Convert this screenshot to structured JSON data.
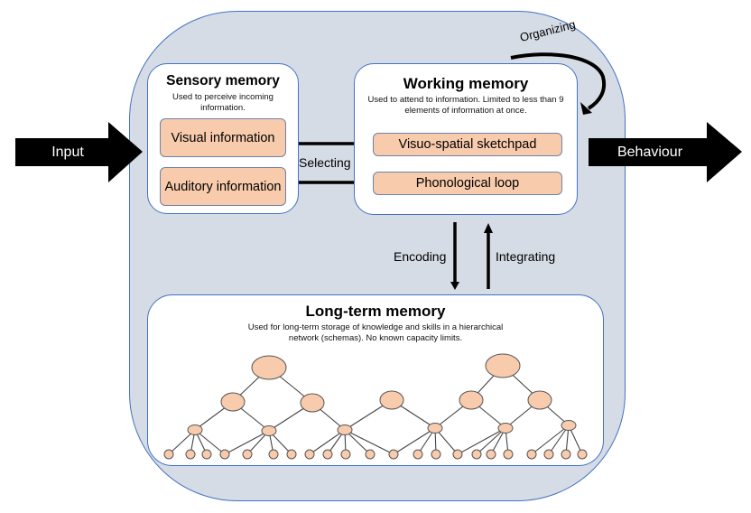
{
  "input": {
    "label": "Input"
  },
  "output": {
    "label": "Behaviour"
  },
  "sensory": {
    "title": "Sensory memory",
    "description": "Used to perceive incoming information.",
    "items": [
      "Visual information",
      "Auditory information"
    ]
  },
  "working": {
    "title": "Working memory",
    "description": "Used to attend to information. Limited to less than 9 elements of information at once.",
    "items": [
      "Visuo-spatial sketchpad",
      "Phonological loop"
    ]
  },
  "longterm": {
    "title": "Long-term memory",
    "description": "Used for long-term storage of knowledge and skills in a hierarchical network (schemas). No known capacity limits."
  },
  "processes": {
    "selecting": "Selecting",
    "organizing": "Organizing",
    "encoding": "Encoding",
    "integrating": "Integrating"
  },
  "colors": {
    "container": "#d6dce5",
    "border": "#4472c4",
    "node_fill": "#f8cbad"
  },
  "schema_tree": {
    "levels": 4,
    "root_count": 2,
    "level1_count": 5,
    "level2_count": 6,
    "leaf_count": 22
  }
}
